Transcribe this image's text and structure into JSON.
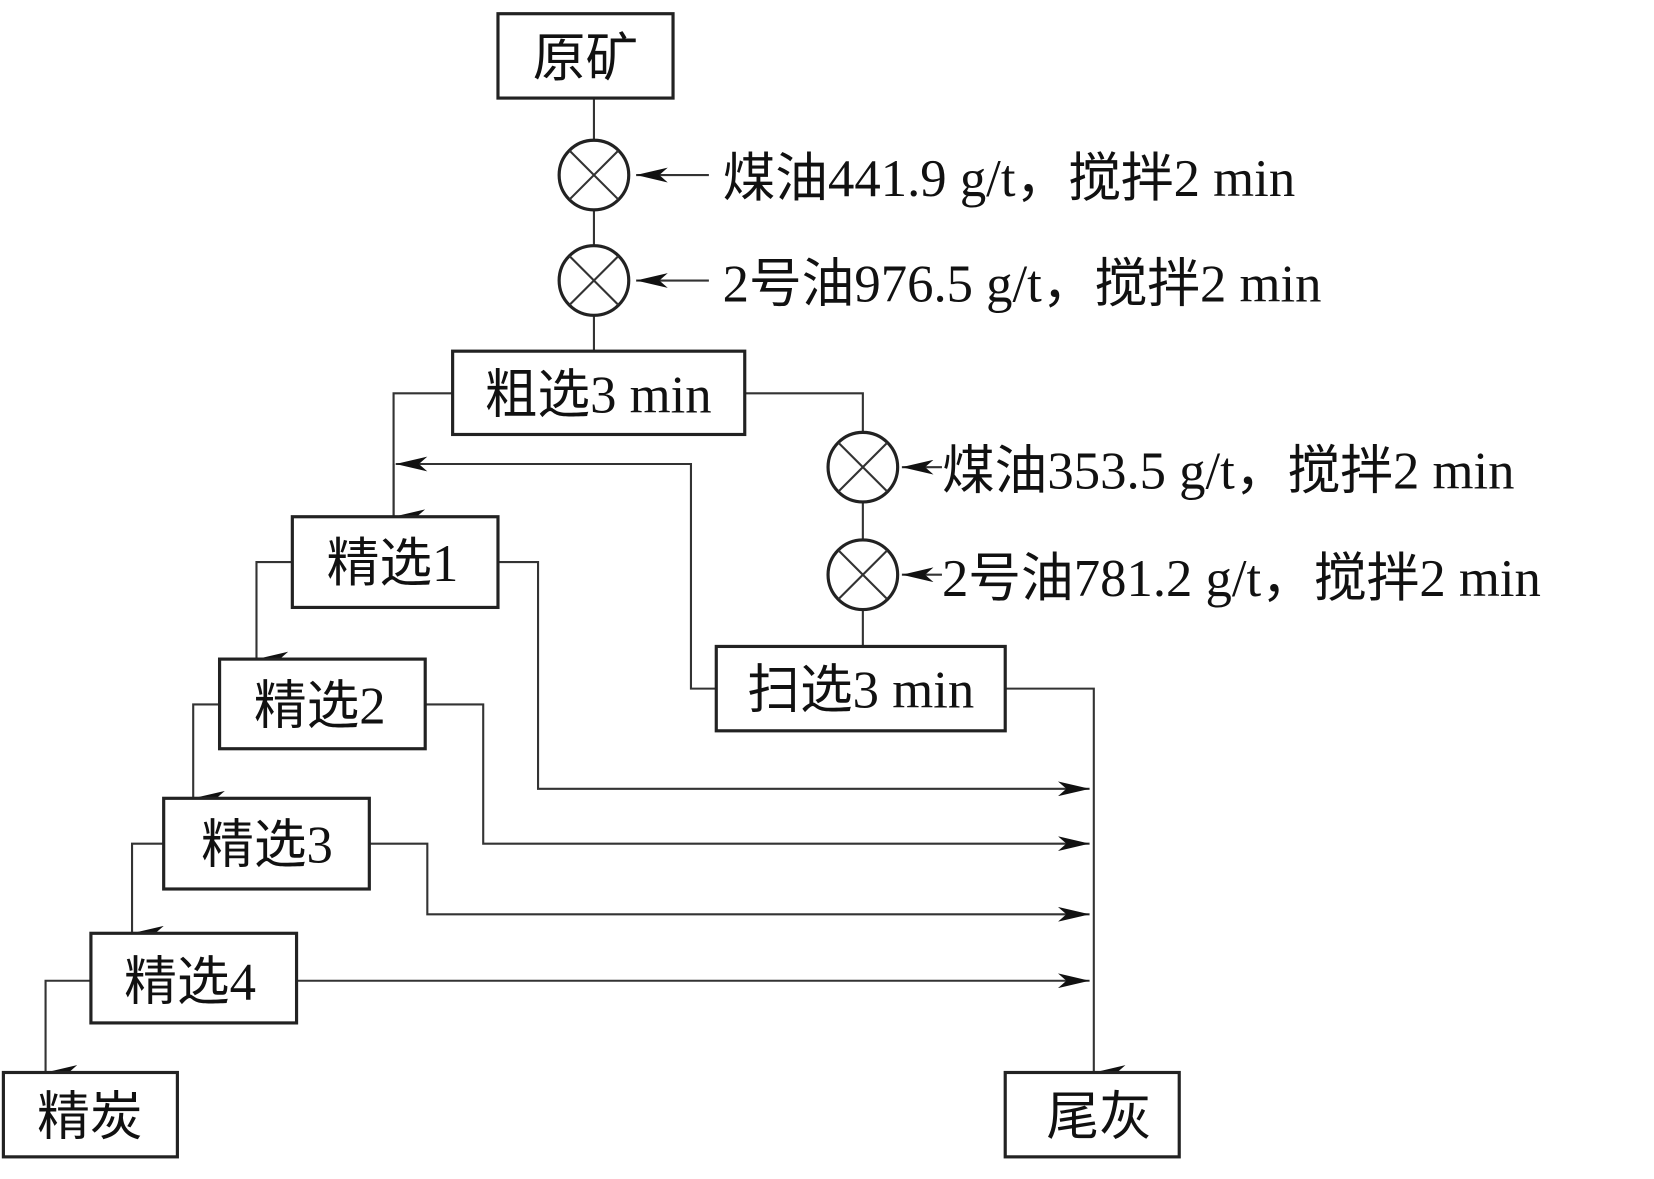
{
  "nodes": {
    "raw_ore": "原矿",
    "rougher": "粗选3 min",
    "scavenger": "扫选3 min",
    "cleaner1": "精选1",
    "cleaner2": "精选2",
    "cleaner3": "精选3",
    "cleaner4": "精选4",
    "concentrate": "精炭",
    "tailings": "尾灰"
  },
  "reagents": {
    "rougher_kerosene": "煤油441.9 g/t，搅拌2 min",
    "rougher_frother": "2号油976.5 g/t，搅拌2 min",
    "scavenger_kerosene": "煤油353.5 g/t，搅拌2 min",
    "scavenger_frother": "2号油781.2 g/t，搅拌2 min"
  }
}
